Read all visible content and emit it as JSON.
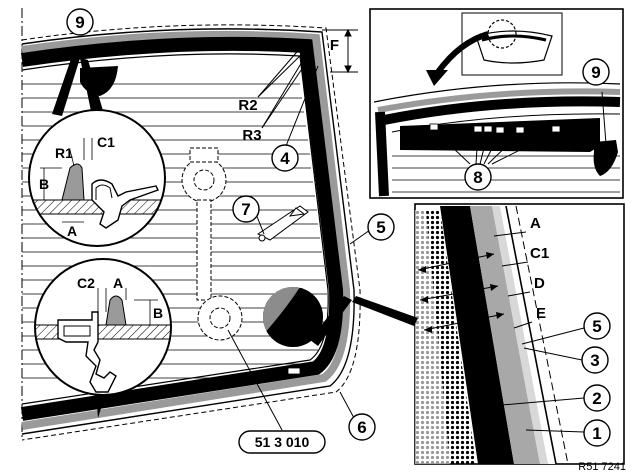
{
  "callouts": {
    "c9_main": "9",
    "c9_inset": "9",
    "c4": "4",
    "c5_main": "5",
    "c5_detail": "5",
    "c6": "6",
    "c7": "7",
    "c8": "8",
    "c1": "1",
    "c2": "2",
    "c3": "3"
  },
  "labels": {
    "F": "F",
    "R2": "R2",
    "R3": "R3",
    "R1": "R1",
    "C1_top": "C1",
    "B_top": "B",
    "A_top": "A",
    "C2": "C2",
    "A_bot": "A",
    "B_bot": "B",
    "A_detail": "A",
    "C1_detail": "C1",
    "D": "D",
    "E": "E"
  },
  "part_number": "51 3 010",
  "figure_code": "R51 7241"
}
